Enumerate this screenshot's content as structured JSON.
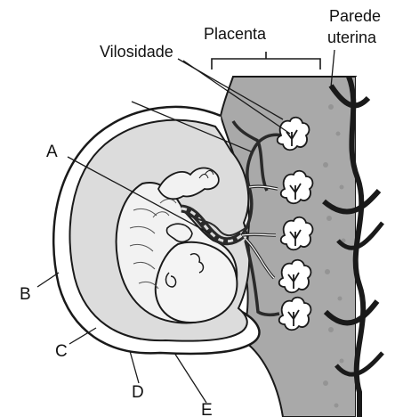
{
  "diagram": {
    "labels": {
      "placenta": "Placenta",
      "parede_line1": "Parede",
      "parede_line2": "uterina",
      "vilosidade": "Vilosidade",
      "a": "A",
      "b": "B",
      "c": "C",
      "d": "D",
      "e": "E"
    },
    "colors": {
      "amniotic_fluid": "#dcdcdc",
      "uterine_tissue": "#a9a9a9",
      "vessels": "#2a2a2a",
      "outline": "#1a1a1a"
    }
  }
}
